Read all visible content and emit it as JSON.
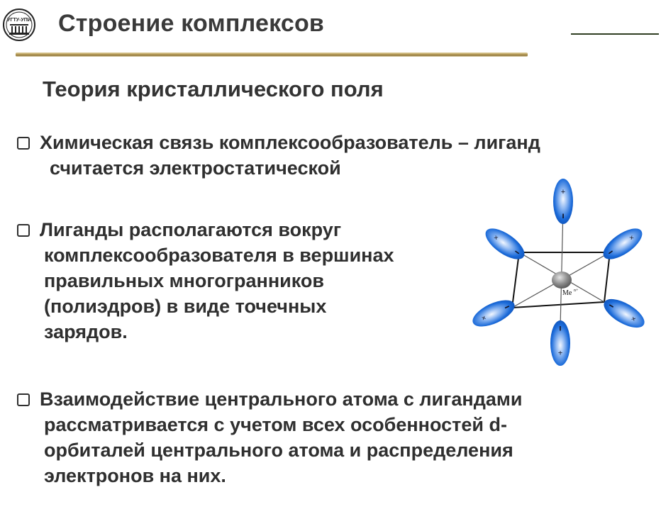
{
  "header": {
    "logo_text": "УГТУ-УПИ",
    "title": "Строение комплексов"
  },
  "subtitle": "Теория кристаллического поля",
  "bullets": [
    {
      "first": "Химическая связь комплексообразователь – лиганд",
      "rest": "считается электростатической"
    },
    {
      "first": "Лиганды располагаются вокруг",
      "rest": "комплексообразователя в вершинах\nправильных многогранников\n(полиэдров) в виде точечных\nзарядов."
    },
    {
      "first": "Взаимодействие центрального атома с лигандами",
      "rest": "рассматривается с учетом всех особенностей d-\nорбиталей центрального атома и распределения\nэлектронов на них."
    }
  ],
  "diagram": {
    "center_label": "Me",
    "center_charge": "n+",
    "lobe_color": "#1a6ad9",
    "lobe_highlight": "#eef5ff",
    "center_color": "#8c8c8c"
  }
}
